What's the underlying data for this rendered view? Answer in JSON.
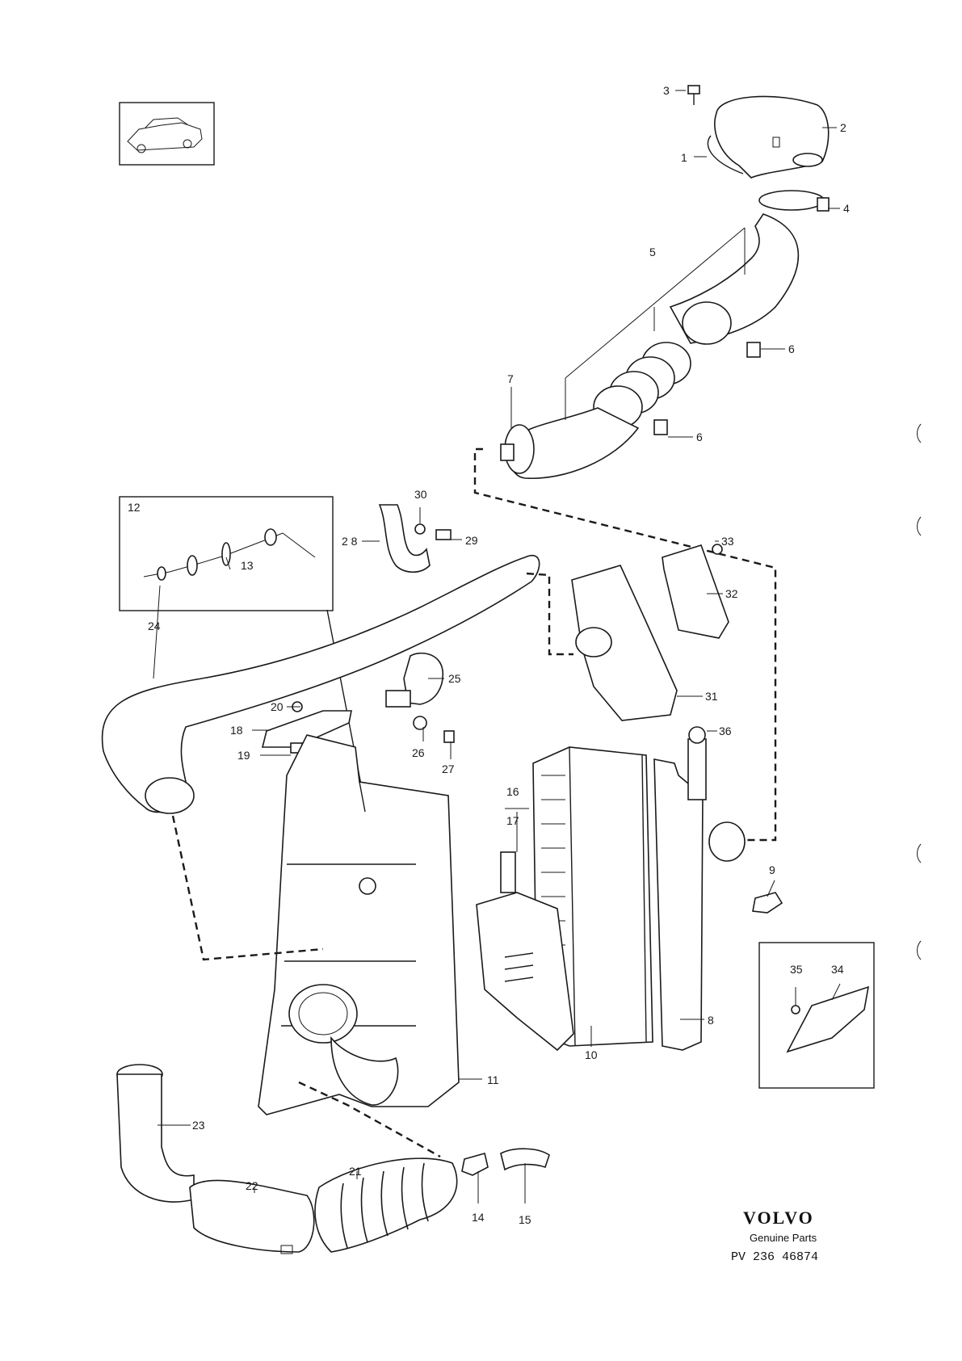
{
  "labels": {
    "p1": "1",
    "p2": "2",
    "p3": "3",
    "p4": "4",
    "p5": "5",
    "p6a": "6",
    "p6b": "6",
    "p7": "7",
    "p8": "8",
    "p9": "9",
    "p10": "10",
    "p11": "11",
    "p12": "12",
    "p13": "13",
    "p14": "14",
    "p15": "15",
    "p16": "16",
    "p17": "17",
    "p18": "18",
    "p19": "19",
    "p20": "20",
    "p21": "21",
    "p22": "22",
    "p23": "23",
    "p24": "24",
    "p25": "25",
    "p26": "26",
    "p27": "27",
    "p28": "2 8",
    "p29": "29",
    "p30": "30",
    "p31": "31",
    "p32": "32",
    "p33": "33",
    "p34": "34",
    "p35": "35",
    "p36": "36"
  },
  "brand": {
    "name": "VOLVO",
    "tagline": "Genuine Parts",
    "catalog_number": "PV 236 46874"
  }
}
